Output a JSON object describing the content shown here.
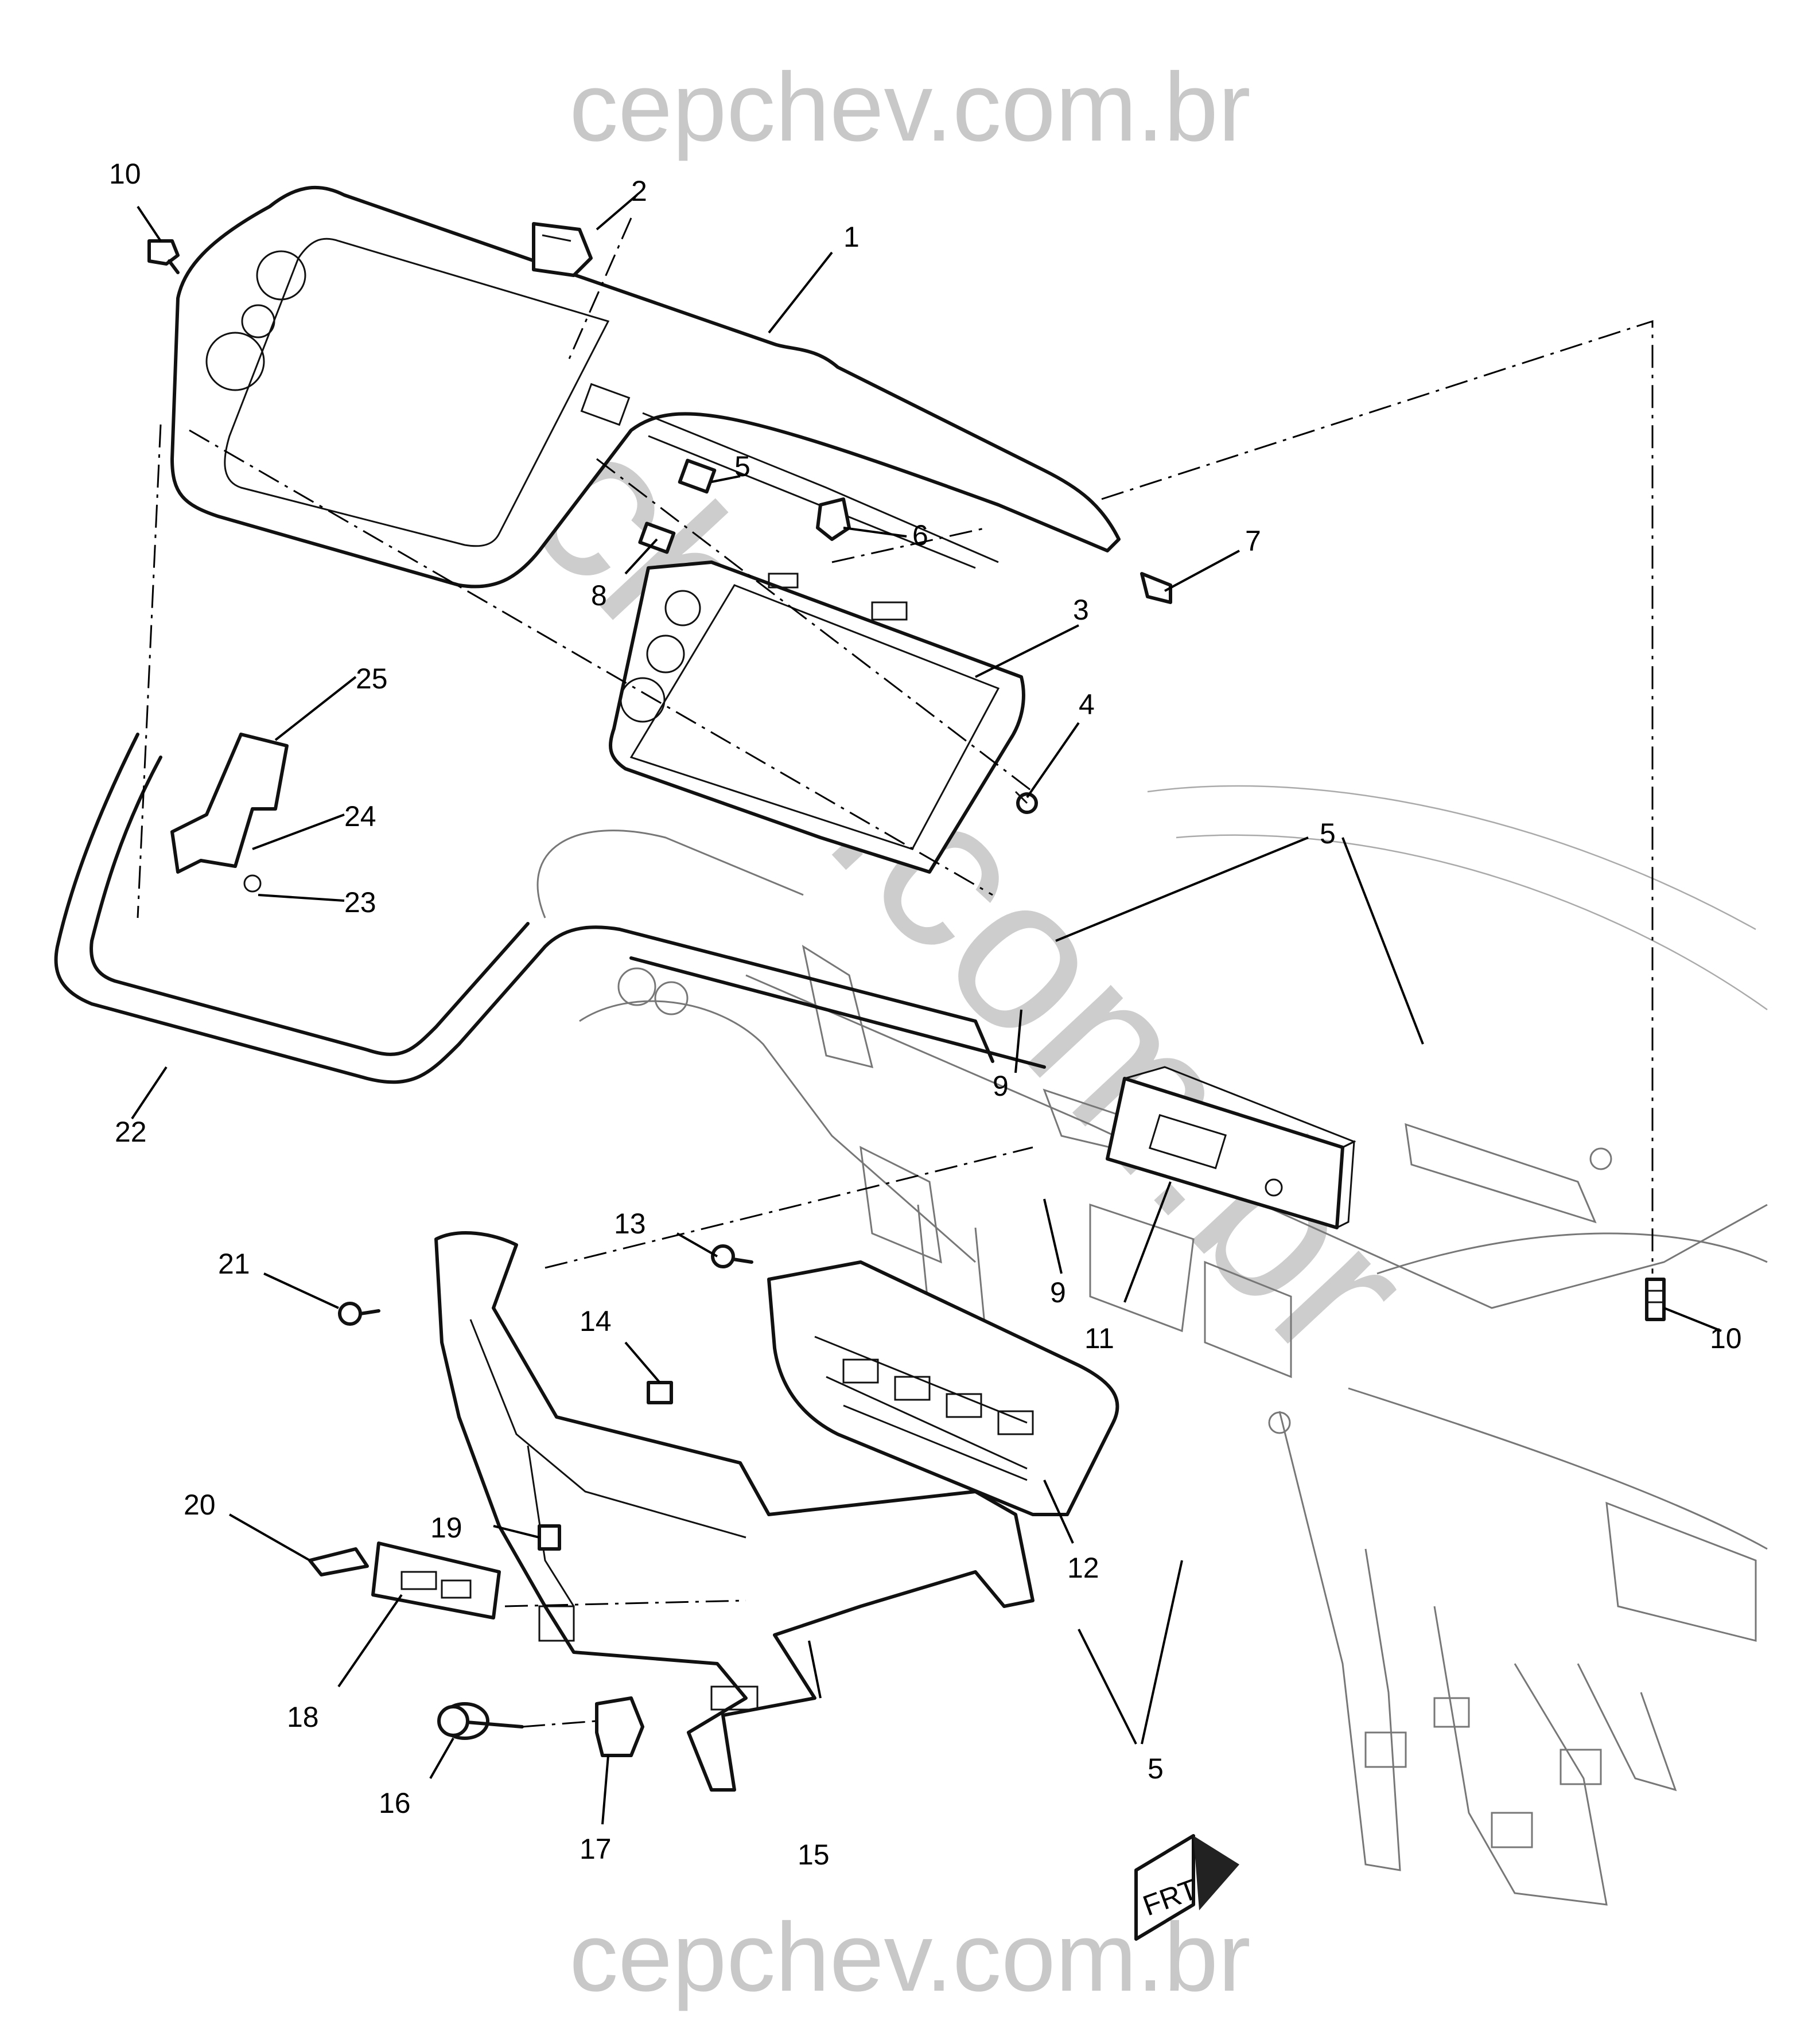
{
  "watermark": {
    "top": "cepchev.com.br",
    "bottom": "cepchev.com.br",
    "diagonal": "cepchev.com.br"
  },
  "direction_arrow": {
    "label": "FRT"
  },
  "callouts": {
    "c1": "1",
    "c2": "2",
    "c3": "3",
    "c4": "4",
    "c5a": "5",
    "c5b": "5",
    "c5c": "5",
    "c6": "6",
    "c7": "7",
    "c8": "8",
    "c9a": "9",
    "c9b": "9",
    "c10a": "10",
    "c10b": "10",
    "c11": "11",
    "c12": "12",
    "c13": "13",
    "c14": "14",
    "c15": "15",
    "c16": "16",
    "c17": "17",
    "c18": "18",
    "c19": "19",
    "c20": "20",
    "c21": "21",
    "c22": "22",
    "c23": "23",
    "c24": "24",
    "c25": "25"
  },
  "colors": {
    "ink": "#000000",
    "background": "#ffffff",
    "watermark": "#c8c8c8",
    "context_lines": "#777777"
  }
}
